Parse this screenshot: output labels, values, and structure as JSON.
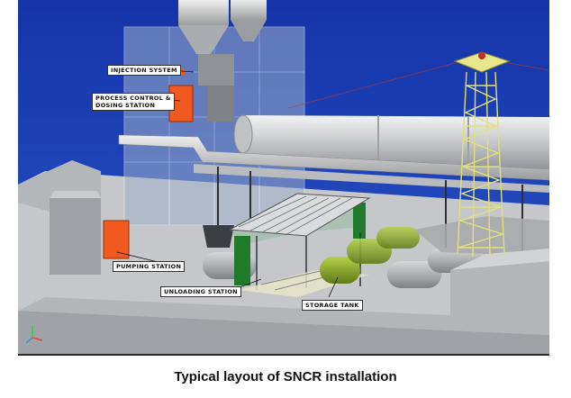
{
  "caption": "Typical layout of SNCR installation",
  "labels": {
    "injection_system": "Injection System",
    "process_control_line1": "Process Control &",
    "process_control_line2": "Dosing Station",
    "pumping_station": "Pumping Station",
    "unloading_station": "Unloading Station",
    "storage_tank": "Storage Tank"
  },
  "colors": {
    "background": "#1e3fb0",
    "ground": "#c7c9cc",
    "kiln": "#d4d6d9",
    "canopy_frame": "#1f7a2a",
    "storage_tank": "#8bae2a",
    "tower": "#e2e07a",
    "equipment_orange": "#f05a1e"
  },
  "icons": [
    "axis-triad-icon"
  ]
}
